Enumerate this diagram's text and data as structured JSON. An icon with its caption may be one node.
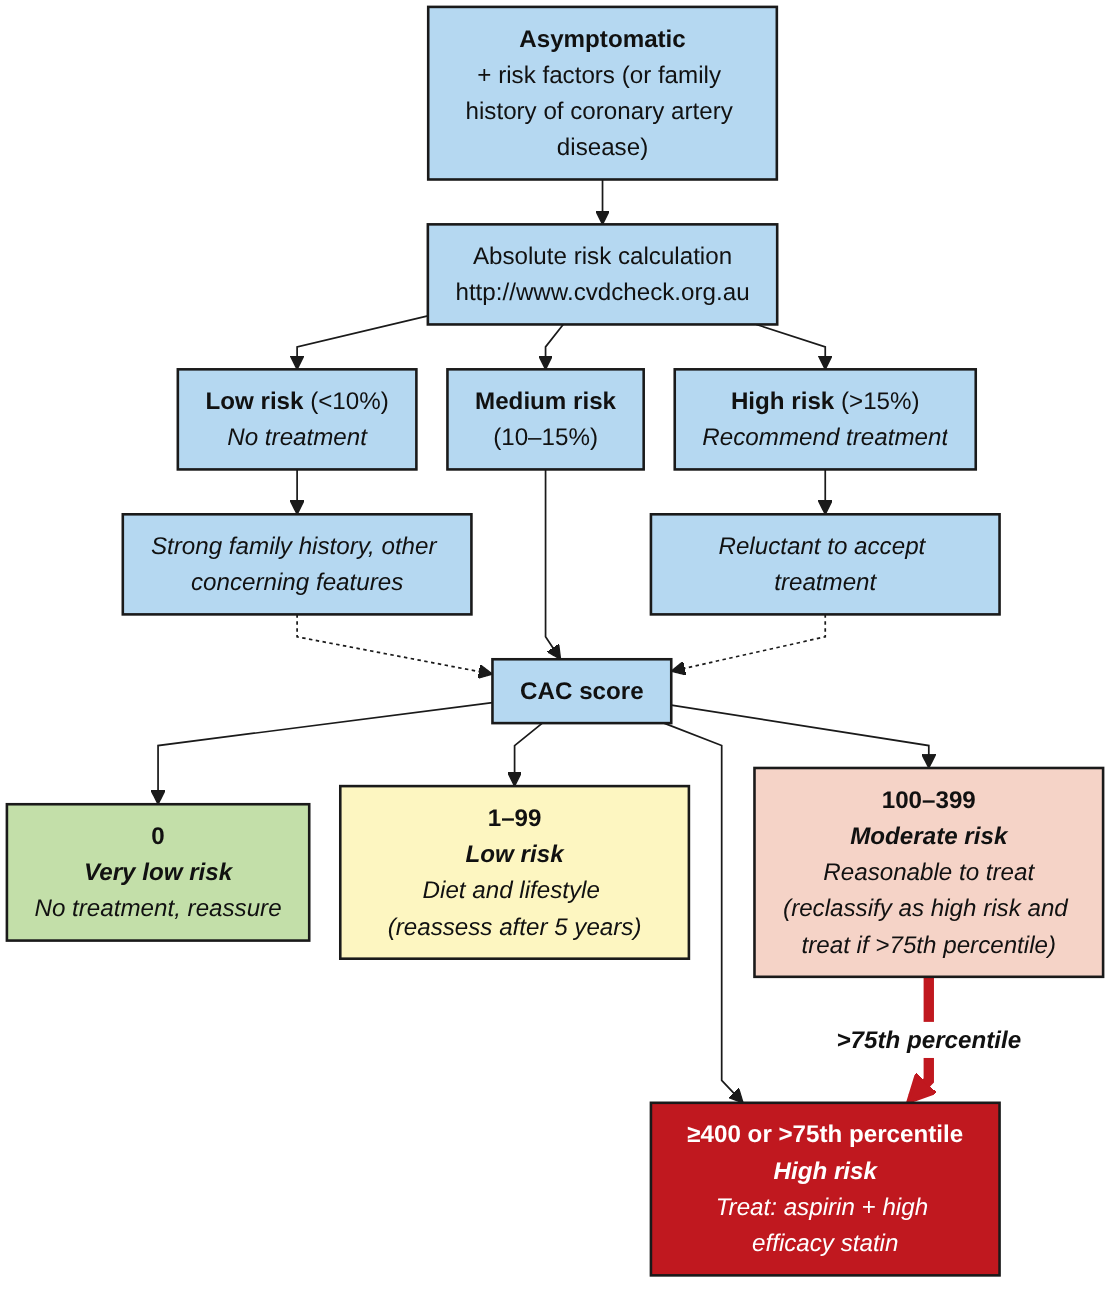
{
  "diagram": {
    "nodes": [
      {
        "text": [
          "Asymptomatic",
          "+ risk factors (or family history of coronary artery disease)"
        ]
      },
      {
        "text": [
          "Absolute risk calculation",
          "http://www.cvdcheck.org.au"
        ]
      },
      {
        "text": [
          "**Low risk** (<10%)",
          "No treatment"
        ]
      },
      {
        "text": [
          "Medium risk",
          "(10–15%)"
        ]
      },
      {
        "text": [
          "**High risk** (>15%)",
          "Recommend treatment"
        ]
      },
      {
        "text": [
          "Strong family history, other concerning features"
        ]
      },
      {
        "text": [
          "Reluctant to accept treatment"
        ]
      },
      {
        "text": [
          "CAC score"
        ]
      },
      {
        "text": [
          "0",
          "Very low risk",
          "No treatment, reassure"
        ]
      },
      {
        "text": [
          "1–99",
          "Low risk",
          "Diet and lifestyle (reassess after 5 years)"
        ]
      },
      {
        "text": [
          "100–399",
          "Moderate risk",
          "Reasonable to treat",
          "(reclassify as high risk and treat if >75th percentile)"
        ]
      },
      {
        "text": [
          "≥400 or >75th percentile",
          "High risk",
          "Treat: aspirin + high efficacy statin"
        ]
      }
    ],
    "edges": [
      {
        "from": 0,
        "to": 1,
        "arrow": "to"
      },
      {
        "from": 1,
        "to": 2,
        "arrow": "to"
      },
      {
        "from": 1,
        "to": 3,
        "arrow": "to"
      },
      {
        "from": 1,
        "to": 4,
        "arrow": "to"
      },
      {
        "from": 2,
        "to": 5,
        "arrow": "to"
      },
      {
        "from": 4,
        "to": 6,
        "arrow": "to"
      },
      {
        "from": 5,
        "to": 7,
        "arrow": "to",
        "style": "dashed"
      },
      {
        "from": 3,
        "to": 7,
        "arrow": "to"
      },
      {
        "from": 6,
        "to": 7,
        "arrow": "to",
        "style": "dashed"
      },
      {
        "from": 7,
        "to": 8,
        "arrow": "to"
      },
      {
        "from": 7,
        "to": 9,
        "arrow": "to"
      },
      {
        "from": 7,
        "to": 10,
        "arrow": "to"
      },
      {
        "from": 7,
        "to": 11,
        "arrow": "to"
      },
      {
        "from": 10,
        "to": 11,
        "arrow": "to",
        "label": ">75th percentile",
        "style": "thick",
        "color": "#c0181f"
      }
    ]
  }
}
